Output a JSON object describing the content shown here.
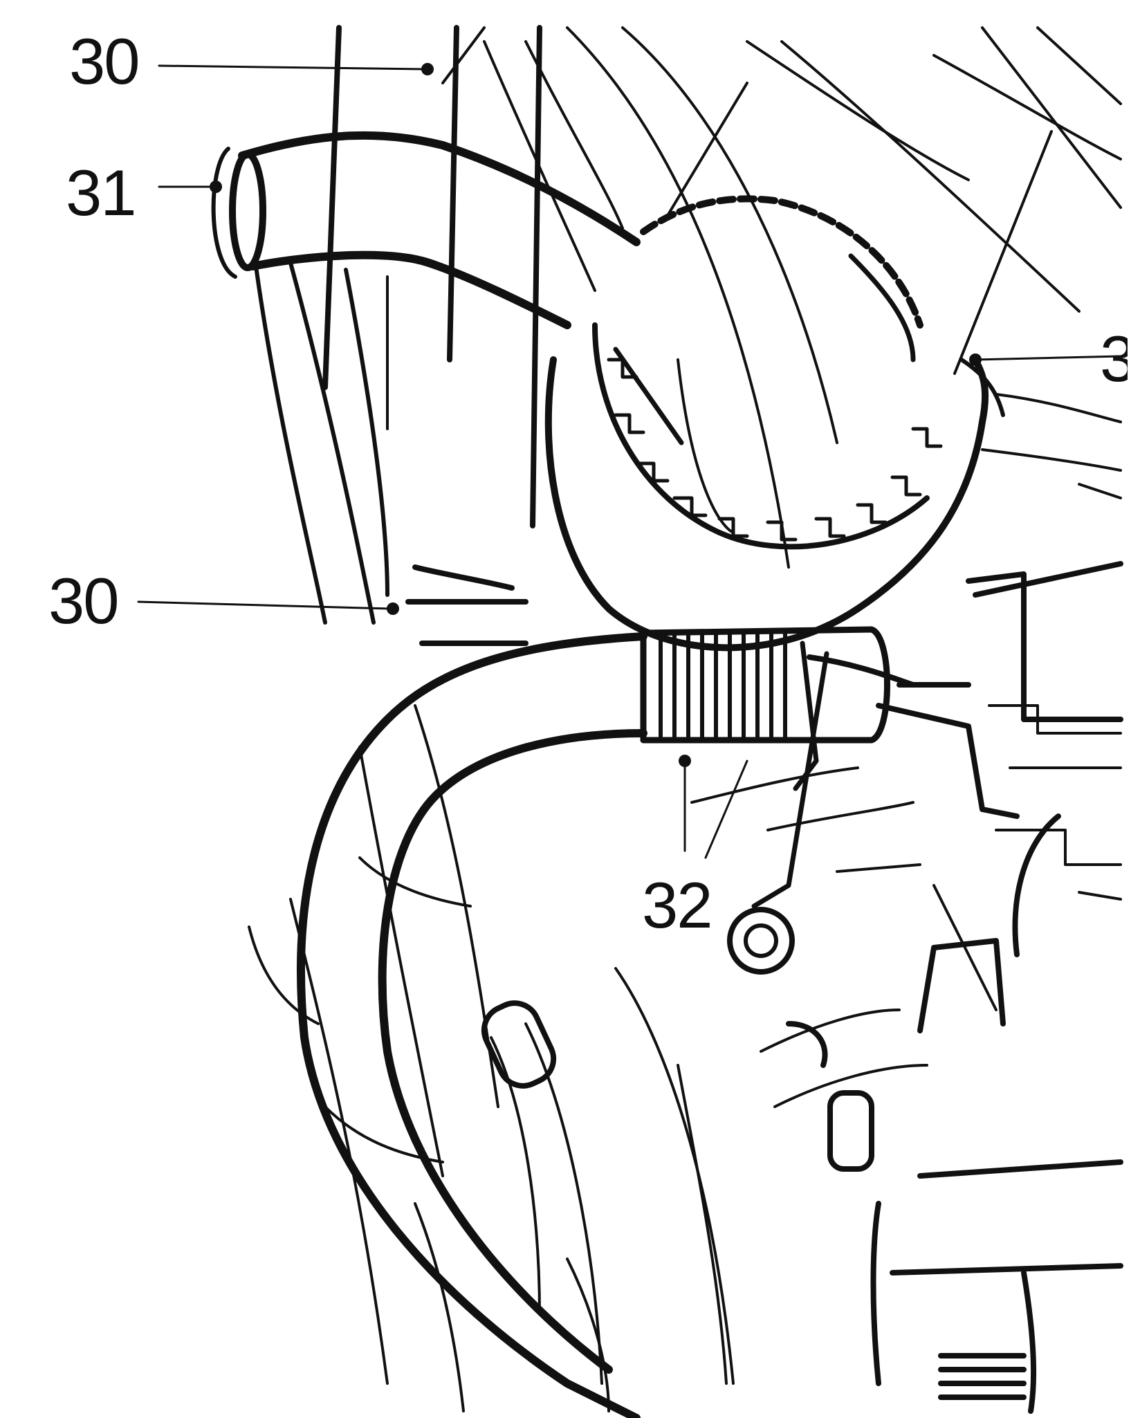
{
  "callouts": {
    "hose_upper": "30",
    "hose_clamp": "31",
    "hose_lower": "30",
    "spring_clip": "32",
    "cut_label": "3"
  },
  "colors": {
    "line": "#111111",
    "paper": "#ffffff"
  }
}
